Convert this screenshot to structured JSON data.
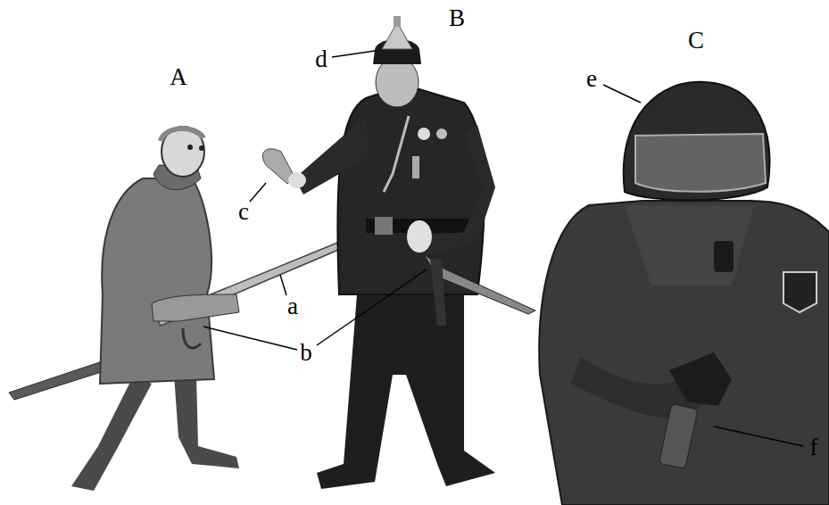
{
  "diagram": {
    "labels": [
      "A",
      "B",
      "C",
      "d",
      "c",
      "a",
      "b",
      "e",
      "f"
    ]
  }
}
